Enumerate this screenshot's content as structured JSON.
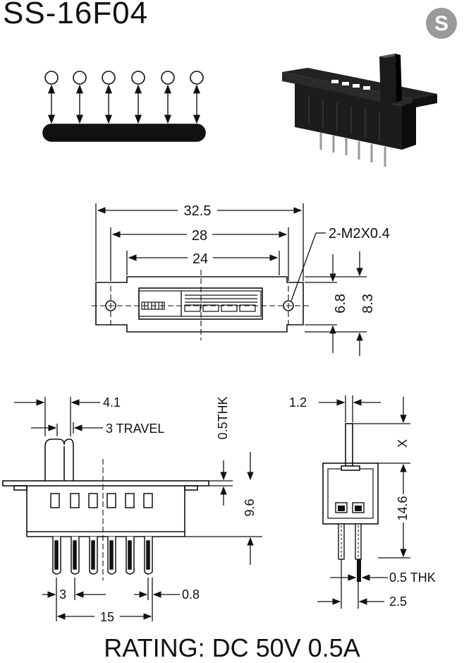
{
  "title": "SS-16F04",
  "brand_logo_letter": "S",
  "rating": "RATING: DC 50V 0.5A",
  "top_view": {
    "overall_length": "32.5",
    "mount_hole_pitch": "28",
    "body_length": "24",
    "mount_screw": "2-M2X0.4",
    "body_width": "6.8",
    "flange_width": "8.3"
  },
  "side_view": {
    "actuator_width": "4.1",
    "travel": "3 TRAVEL",
    "flange_thickness": "0.5THK",
    "body_height": "9.6",
    "pin_pitch": "3",
    "pin_width": "0.8",
    "pin_span": "15"
  },
  "end_view": {
    "actuator_thickness": "1.2",
    "actuator_height": "X",
    "height": "14.6",
    "pin_thickness": "0.5 THK",
    "row_pitch": "2.5"
  }
}
